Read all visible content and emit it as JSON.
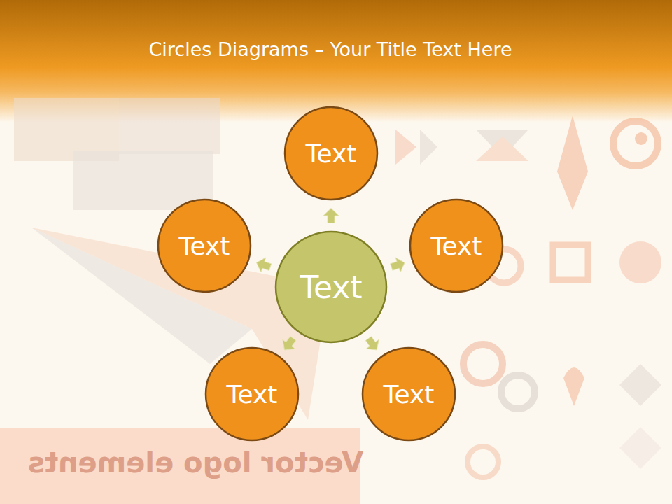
{
  "diagram": {
    "title": "Circles Diagrams – Your Title Text Here",
    "nodes": [
      {
        "text": [
          "Text"
        ]
      },
      {
        "text": [
          "Text"
        ]
      },
      {
        "text": [
          "Text"
        ]
      },
      {
        "text": [
          "Text"
        ]
      },
      {
        "text": [
          "Text"
        ]
      },
      {
        "text": [
          "Text"
        ]
      }
    ],
    "edges": [
      {
        "from": 0,
        "to": 1,
        "arrow": "to"
      },
      {
        "from": 0,
        "to": 2,
        "arrow": "to"
      },
      {
        "from": 0,
        "to": 3,
        "arrow": "to"
      },
      {
        "from": 0,
        "to": 4,
        "arrow": "to"
      },
      {
        "from": 0,
        "to": 5,
        "arrow": "to"
      }
    ],
    "labels": [
      "Vector logo elements"
    ]
  }
}
